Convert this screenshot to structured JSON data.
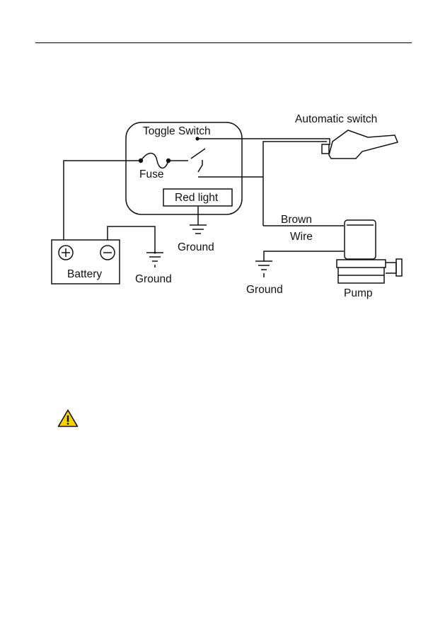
{
  "diagram": {
    "labels": {
      "toggle_switch": "Toggle Switch",
      "automatic_switch": "Automatic switch",
      "fuse": "Fuse",
      "red_light": "Red light",
      "ground_light": "Ground",
      "brown": "Brown",
      "wire": "Wire",
      "battery": "Battery",
      "ground_battery": "Ground",
      "ground_pump": "Ground",
      "pump": "Pump"
    },
    "battery_terminals": {
      "positive": "+",
      "negative": "−"
    }
  },
  "icons": {
    "warning": "warning-triangle-icon",
    "warning_color": "#f5d400"
  }
}
